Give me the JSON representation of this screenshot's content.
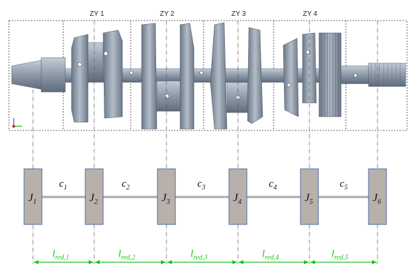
{
  "cylinders": [
    {
      "label": "ZY 1"
    },
    {
      "label": "ZY 2"
    },
    {
      "label": "ZY 3"
    },
    {
      "label": "ZY 4"
    }
  ],
  "masses": [
    {
      "symbol": "J",
      "sub": "1"
    },
    {
      "symbol": "J",
      "sub": "2"
    },
    {
      "symbol": "J",
      "sub": "3"
    },
    {
      "symbol": "J",
      "sub": "4"
    },
    {
      "symbol": "J",
      "sub": "5"
    },
    {
      "symbol": "J",
      "sub": "6"
    }
  ],
  "springs": [
    {
      "symbol": "c",
      "sub": "1"
    },
    {
      "symbol": "c",
      "sub": "2"
    },
    {
      "symbol": "c",
      "sub": "3"
    },
    {
      "symbol": "c",
      "sub": "4"
    },
    {
      "symbol": "c",
      "sub": "5"
    }
  ],
  "lengths": [
    {
      "symbol": "l",
      "sub": "red,1"
    },
    {
      "symbol": "l",
      "sub": "red,2"
    },
    {
      "symbol": "l",
      "sub": "red,3"
    },
    {
      "symbol": "l",
      "sub": "red,4"
    },
    {
      "symbol": "l",
      "sub": "red,5"
    }
  ],
  "colors": {
    "mass_fill": "#b8b0ab",
    "mass_stroke": "#4a6fa5",
    "shaft": "#aaaaaa",
    "dimension": "#22c322",
    "crank_metal": "#8a96a6",
    "crank_dark": "#5e6a7a",
    "crank_light": "#b6c0cc"
  },
  "icons": [
    "axis-triad-icon"
  ]
}
